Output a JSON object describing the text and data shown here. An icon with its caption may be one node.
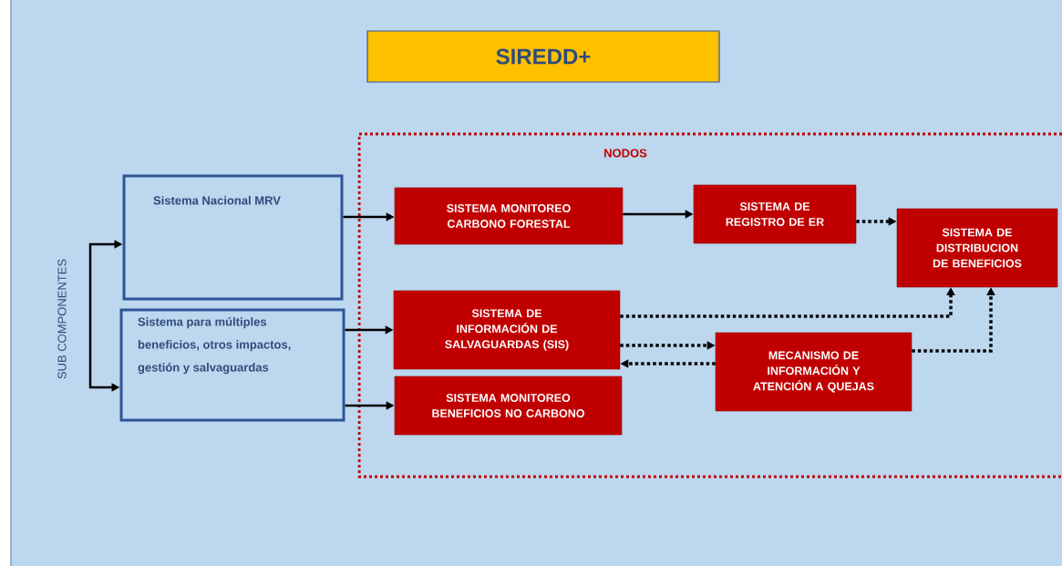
{
  "diagram": {
    "title": "SIREDD+",
    "nodes": [
      {
        "text": [
          "SUB COMPONENTES"
        ]
      },
      {
        "text": [
          "Sistema Nacional MRV"
        ]
      },
      {
        "text": [
          "Sistema para múltiples beneficios, otros impactos, gestión y salvaguardas"
        ]
      },
      {
        "text": [
          "NODOS"
        ]
      },
      {
        "text": [
          "SISTEMA MONITOREO CARBONO FORESTAL"
        ],
        "in": 3
      },
      {
        "text": [
          "SISTEMA DE REGISTRO DE ER"
        ],
        "in": 3
      },
      {
        "text": [
          "SISTEMA DE DISTRIBUCION DE BENEFICIOS"
        ],
        "in": 3
      },
      {
        "text": [
          "SISTEMA DE INFORMACIÓN DE SALVAGUARDAS (SIS)"
        ],
        "in": 3
      },
      {
        "text": [
          "MECANISMO DE INFORMACIÓN Y ATENCIÓN A QUEJAS"
        ],
        "in": 3
      },
      {
        "text": [
          "SISTEMA MONITOREO BENEFICIOS NO CARBONO"
        ],
        "in": 3
      }
    ],
    "edges": [
      {
        "from": 0,
        "to": 1,
        "arrow": "to"
      },
      {
        "from": 0,
        "to": 2,
        "arrow": "to"
      },
      {
        "from": 1,
        "to": 4,
        "arrow": "to"
      },
      {
        "from": 4,
        "to": 5,
        "arrow": "to"
      },
      {
        "from": 5,
        "to": 6,
        "arrow": "to",
        "style": "dashed"
      },
      {
        "from": 2,
        "to": 7,
        "arrow": "to"
      },
      {
        "from": 2,
        "to": 9,
        "arrow": "to"
      },
      {
        "from": 7,
        "to": 6,
        "arrow": "to",
        "style": "dashed"
      },
      {
        "from": 7,
        "to": 8,
        "arrow": "to",
        "style": "dashed"
      },
      {
        "from": 8,
        "to": 7,
        "arrow": "to",
        "style": "dashed"
      },
      {
        "from": 8,
        "to": 6,
        "arrow": "to",
        "style": "dashed"
      }
    ]
  }
}
